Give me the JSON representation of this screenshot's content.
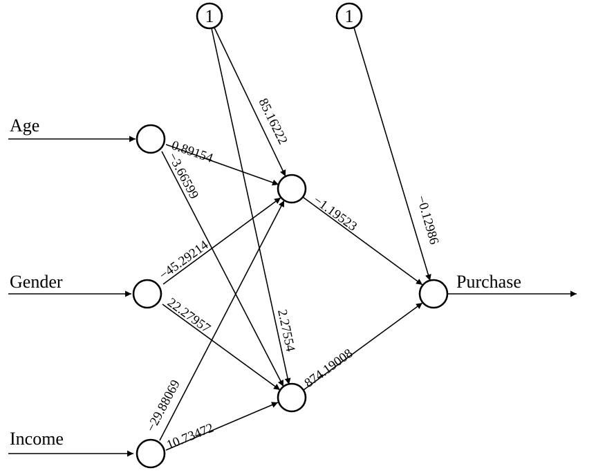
{
  "inputs": {
    "age": "Age",
    "gender": "Gender",
    "income": "Income"
  },
  "biases": {
    "hidden": "1",
    "output": "1"
  },
  "output_label": "Purchase",
  "weights": {
    "age_h1": "0.89154",
    "age_h2": "−3.66599",
    "gender_h1": "−45.29214",
    "gender_h2": "22.27957",
    "income_h1": "−29.88069",
    "income_h2": "10.73472",
    "bias_h1": "85.16222",
    "bias_h2": "2.27554",
    "h1_out": "−1.19523",
    "h2_out": "874.19008",
    "bias_out": "−0.12986"
  }
}
